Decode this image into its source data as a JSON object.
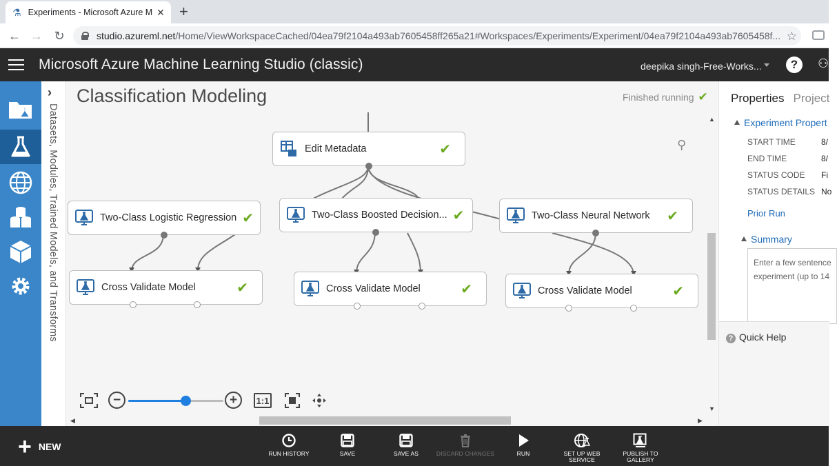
{
  "browser": {
    "tab_title": "Experiments - Microsoft Azure M",
    "url_host": "studio.azureml.net",
    "url_path": "/Home/ViewWorkspaceCached/04ea79f2104a493ab7605458ff265a21#Workspaces/Experiments/Experiment/04ea79f2104a493ab7605458f..."
  },
  "app": {
    "title": "Microsoft Azure Machine Learning Studio (classic)",
    "user": "deepika singh-Free-Works..."
  },
  "palette": {
    "label": "Datasets, Modules, Trained Models, and Transforms"
  },
  "canvas": {
    "experiment_title": "Classification Modeling",
    "status": "Finished running",
    "nodes": [
      {
        "label": "Edit Metadata",
        "done": true,
        "icon": "metadata-icon"
      },
      {
        "label": "Two-Class Logistic Regression",
        "done": true,
        "icon": "flask-monitor-icon"
      },
      {
        "label": "Two-Class Boosted Decision...",
        "done": true,
        "icon": "flask-monitor-icon"
      },
      {
        "label": "Two-Class Neural Network",
        "done": true,
        "icon": "flask-monitor-icon"
      },
      {
        "label": "Cross Validate Model",
        "done": true,
        "icon": "flask-monitor-icon"
      },
      {
        "label": "Cross Validate Model",
        "done": true,
        "icon": "flask-monitor-icon"
      },
      {
        "label": "Cross Validate Model",
        "done": true,
        "icon": "flask-monitor-icon"
      }
    ],
    "zoom_label": "1:1",
    "zoom_level": 0.6
  },
  "properties": {
    "tab_properties": "Properties",
    "tab_project": "Project",
    "section_experiment": "Experiment Propert",
    "rows": [
      {
        "key": "START TIME",
        "value": "8/"
      },
      {
        "key": "END TIME",
        "value": "8/"
      },
      {
        "key": "STATUS CODE",
        "value": "Fi"
      },
      {
        "key": "STATUS DETAILS",
        "value": "No"
      }
    ],
    "prior_run": "Prior Run",
    "section_summary": "Summary",
    "summary_line1": "Enter a few sentence",
    "summary_line2": "experiment (up to 14",
    "quick_help": "Quick Help"
  },
  "toolbar": {
    "new": "NEW",
    "run_history": "RUN HISTORY",
    "save": "SAVE",
    "save_as": "SAVE AS",
    "discard": "DISCARD CHANGES",
    "run": "RUN",
    "setup_web_1": "SET UP WEB",
    "setup_web_2": "SERVICE",
    "publish_1": "PUBLISH TO",
    "publish_2": "GALLERY"
  },
  "colors": {
    "nav_blue": "#3a86c8",
    "nav_active": "#1f5f99",
    "header_bg": "#2a2a2a",
    "check_green": "#6aaa1e",
    "link_blue": "#1e6bb8",
    "slider_blue": "#1f7fe0"
  }
}
